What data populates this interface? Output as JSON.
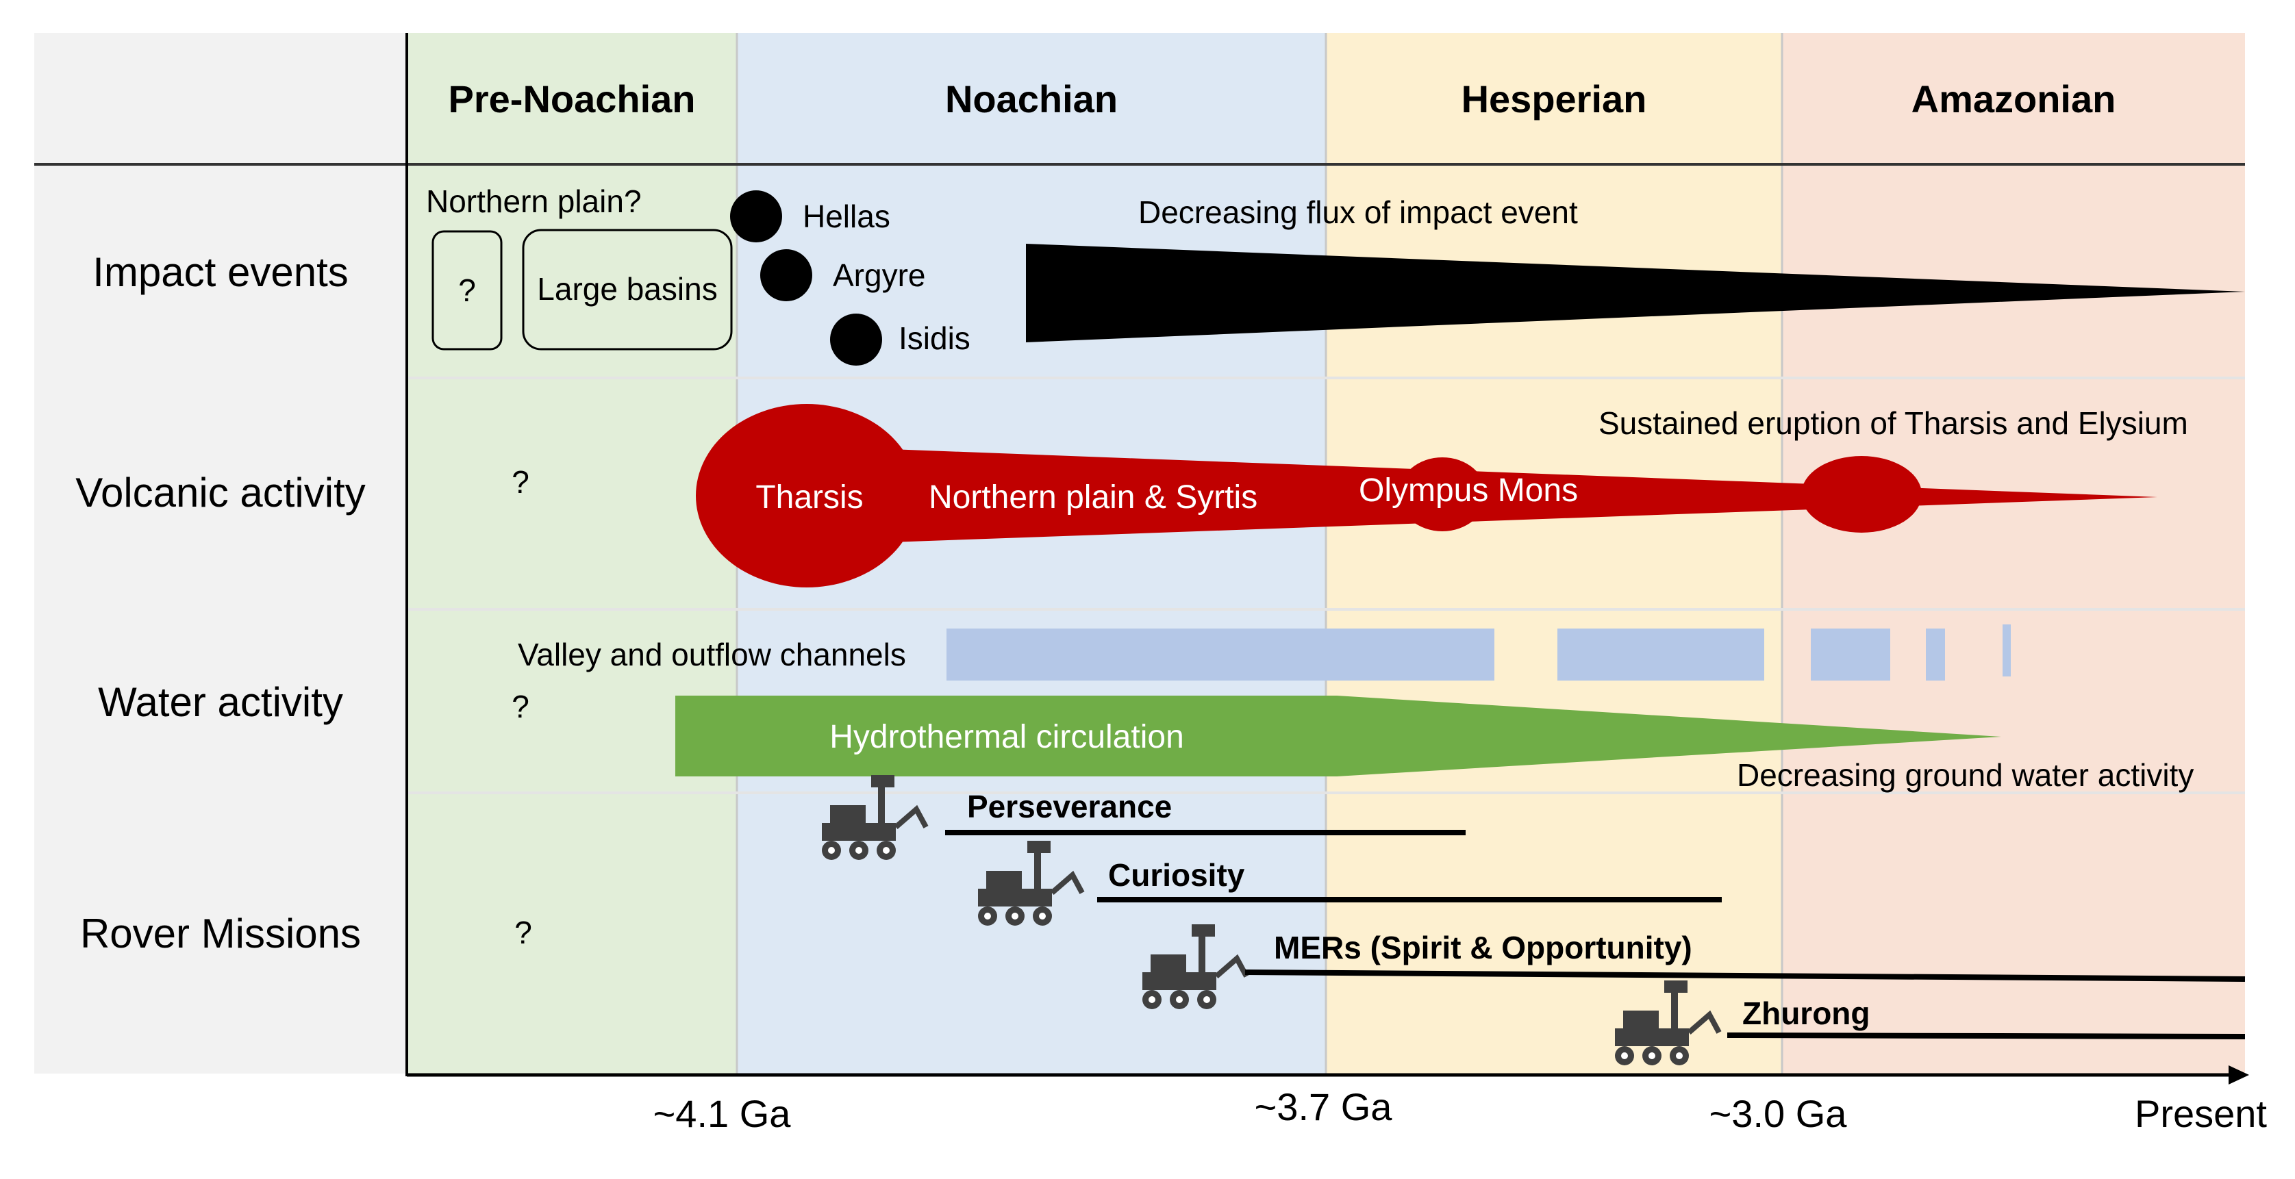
{
  "eras": [
    {
      "name": "Pre-Noachian",
      "color": "#e2eed9"
    },
    {
      "name": "Noachian",
      "color": "#dde8f4"
    },
    {
      "name": "Hesperian",
      "color": "#fdf0d0"
    },
    {
      "name": "Amazonian",
      "color": "#f9e2d6"
    }
  ],
  "header_background": "#f2f2f2",
  "rows": [
    {
      "label": "Impact events"
    },
    {
      "label": "Volcanic activity"
    },
    {
      "label": "Water activity"
    },
    {
      "label": "Rover Missions"
    }
  ],
  "impact": {
    "northern_plain": "Northern plain?",
    "question": "?",
    "large_basins": "Large basins",
    "basins": [
      "Hellas",
      "Argyre",
      "Isidis"
    ],
    "flux_label": "Decreasing flux of impact event",
    "color": "#000000"
  },
  "volcanic": {
    "question": "?",
    "tharsis": "Tharsis",
    "northern_syrtis": "Northern plain & Syrtis",
    "olympus": "Olympus Mons",
    "sustained": "Sustained eruption of Tharsis and Elysium",
    "color": "#c00000"
  },
  "water": {
    "question": "?",
    "channels": "Valley and outflow channels",
    "channels_color": "#b4c7e7",
    "hydrothermal": "Hydrothermal circulation",
    "hydrothermal_color": "#70ad47",
    "ground_water": "Decreasing ground water activity"
  },
  "rovers": {
    "question": "?",
    "missions": [
      "Perseverance",
      "Curiosity",
      "MERs (Spirit & Opportunity)",
      "Zhurong"
    ],
    "icon": "rover-icon",
    "icon_color": "#404040"
  },
  "axis": {
    "ticks": [
      "~4.1 Ga",
      "~3.7 Ga",
      "~3.0 Ga",
      "Present"
    ]
  }
}
